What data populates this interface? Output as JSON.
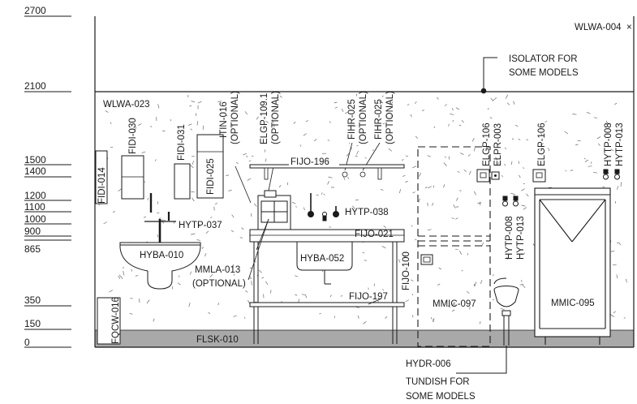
{
  "levels": {
    "l2700": "2700",
    "l2100": "2100",
    "l1500": "1500",
    "l1400": "1400",
    "l1200": "1200",
    "l1100": "1100",
    "l1000": "1000",
    "l900": "900",
    "l865": "865",
    "l350": "350",
    "l150": "150",
    "l0": "0"
  },
  "labels": {
    "wlwa004": "WLWA-004",
    "wlwa023": "WLWA-023",
    "isolator_1": "ISOLATOR FOR",
    "isolator_2": "SOME MODELS",
    "fidi014": "FIDI-014",
    "fidi030": "FIDI-030",
    "fidi031": "FIDI-031",
    "fidi025": "FIDI-025",
    "itin016": "ITIN-016",
    "optional": "(OPTIONAL)",
    "elgp1091": "ELGP-109.1",
    "fihr025": "FIHR-025",
    "fijo196": "FIJO-196",
    "hytp037": "HYTP-037",
    "hytp038": "HYTP-038",
    "fijo021": "FIJO-021",
    "hyba010": "HYBA-010",
    "hyba052": "HYBA-052",
    "mmla013": "MMLA-013",
    "fijo197": "FIJO-197",
    "fijo100": "FIJO-100",
    "fqcw016": "FQCW-016",
    "flsk010": "FLSK-010",
    "elgp106": "ELGP-106",
    "elpr003": "ELPR-003",
    "hytp008": "HYTP-008",
    "hytp013": "HYTP-013",
    "mmic097": "MMIC-097",
    "mmic095": "MMIC-095",
    "hydr006": "HYDR-006",
    "tundish_1": "TUNDISH FOR",
    "tundish_2": "SOME MODELS"
  },
  "colors": {
    "line": "#1a1a1a",
    "floor": "#a9a9a9",
    "speckle": "#6a6a6a"
  }
}
